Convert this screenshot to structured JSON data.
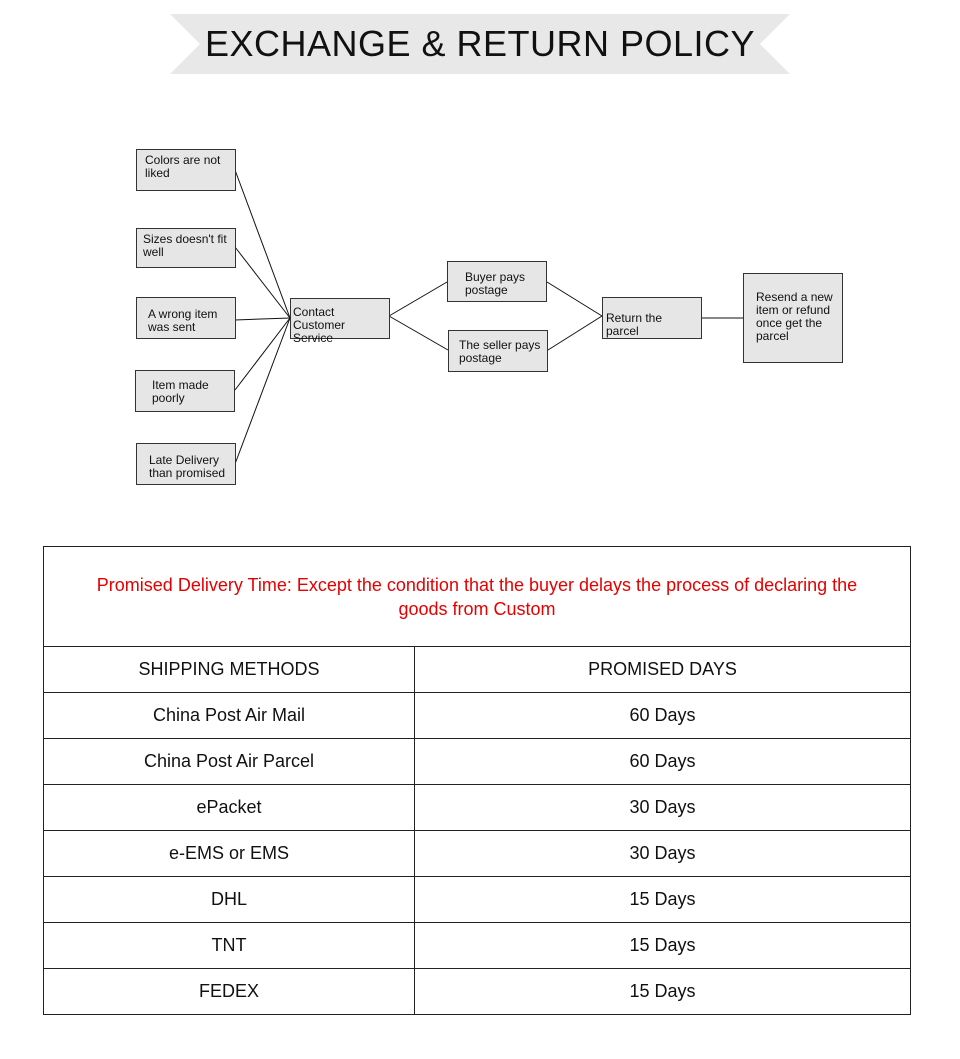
{
  "header": {
    "title": "EXCHANGE & RETURN POLICY"
  },
  "flow": {
    "reasons": [
      "Colors are not\nliked",
      "Sizes doesn't fit\n well",
      "A wrong item\nwas sent",
      "Item made\n  poorly",
      "Late Delivery\nthan promised"
    ],
    "contact": "Contact Customer\nService",
    "buyer": "Buyer pays\npostage",
    "seller": "The seller pays\npostage",
    "return": "Return the parcel",
    "resend": "Resend a new\nitem or refund\nonce get the\nparcel"
  },
  "table": {
    "note": "Promised Delivery Time: Except the condition that the buyer delays the process of declaring the goods from Custom",
    "headers": [
      "SHIPPING METHODS",
      "PROMISED  DAYS"
    ],
    "rows": [
      [
        "China Post Air Mail",
        "60 Days"
      ],
      [
        "China Post Air Parcel",
        "60 Days"
      ],
      [
        "ePacket",
        "30 Days"
      ],
      [
        "e-EMS or EMS",
        "30 Days"
      ],
      [
        "DHL",
        "15 Days"
      ],
      [
        "TNT",
        "15 Days"
      ],
      [
        "FEDEX",
        "15 Days"
      ]
    ]
  },
  "colors": {
    "banner": "#e8e8e8",
    "note": "#e60000",
    "box": "#e6e6e6"
  }
}
